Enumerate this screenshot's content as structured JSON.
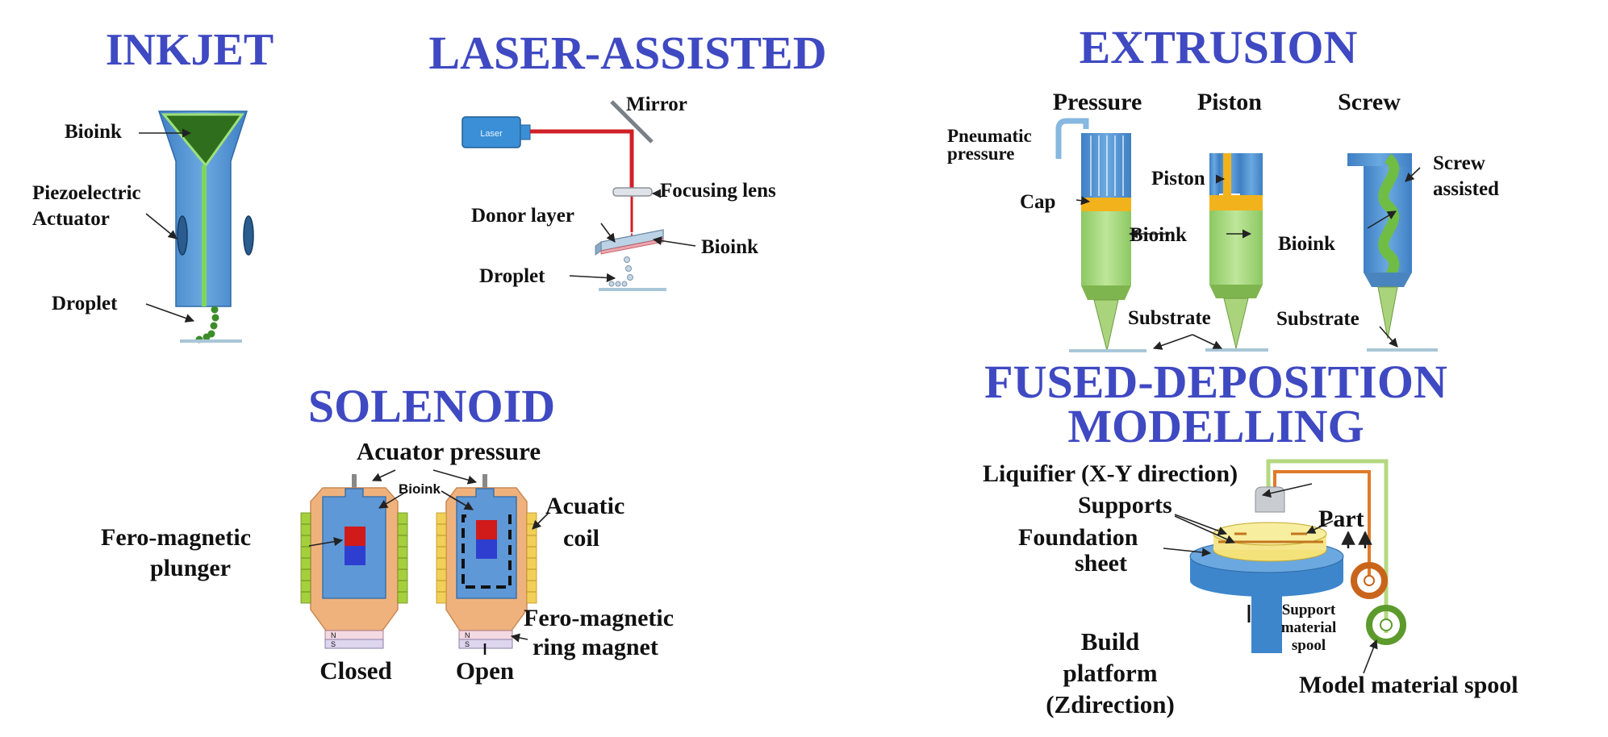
{
  "titles": {
    "inkjet": "INKJET",
    "laser": "LASER-ASSISTED",
    "extrusion": "EXTRUSION",
    "solenoid": "SOLENOID",
    "fdm_line1": "FUSED-DEPOSITION",
    "fdm_line2": "MODELLING"
  },
  "inkjet": {
    "bioink": "Bioink",
    "piezo_line1": "Piezoelectric",
    "piezo_line2": "Actuator",
    "droplet": "Droplet"
  },
  "laser": {
    "laser_box": "Laser",
    "mirror": "Mirror",
    "focusing_lens": "Focusing lens",
    "donor_layer": "Donor layer",
    "bioink": "Bioink",
    "droplet": "Droplet"
  },
  "extrusion": {
    "pressure": "Pressure",
    "piston": "Piston",
    "screw": "Screw",
    "pneumatic_line1": "Pneumatic",
    "pneumatic_line2": "pressure",
    "cap": "Cap",
    "piston_label": "Piston",
    "bioink_pressure": "Bioink",
    "bioink_piston": "Bioink",
    "screw_assisted_line1": "Screw",
    "screw_assisted_line2": "assisted",
    "substrate_1": "Substrate",
    "substrate_2": "Substrate"
  },
  "solenoid": {
    "actuator_pressure": "Acuator pressure",
    "bioink": "Bioink",
    "plunger_line1": "Fero-magnetic",
    "plunger_line2": "plunger",
    "coil_line1": "Acuatic",
    "coil_line2": "coil",
    "ring_line1": "Fero-magnetic",
    "ring_line2": "ring magnet",
    "closed": "Closed",
    "open": "Open",
    "pole_n": "N",
    "pole_s": "S"
  },
  "fdm": {
    "liquifier": "Liquifier (X-Y direction)",
    "supports": "Supports",
    "part": "Part",
    "foundation_line1": "Foundation",
    "foundation_line2": "sheet",
    "build_line1": "Build",
    "build_line2": "platform",
    "build_line3": "(Zdirection)",
    "support_spool_line1": "Support",
    "support_spool_line2": "material",
    "support_spool_line3": "spool",
    "model_spool": "Model material spool"
  },
  "colors": {
    "title": "#3f49c2",
    "nozzle_blue": "#4a8fd0",
    "bioink_dark_green": "#2f6e1c",
    "bioink_light_green": "#a6d77a",
    "cap_yellow": "#f2b21b",
    "laser_red": "#c8191e",
    "solenoid_orange": "#f0b27d",
    "coil_green": "#9ccb3b",
    "platform_blue": "#3d86cc",
    "spool_orange": "#c9651b",
    "spool_green": "#5c9a2c"
  }
}
